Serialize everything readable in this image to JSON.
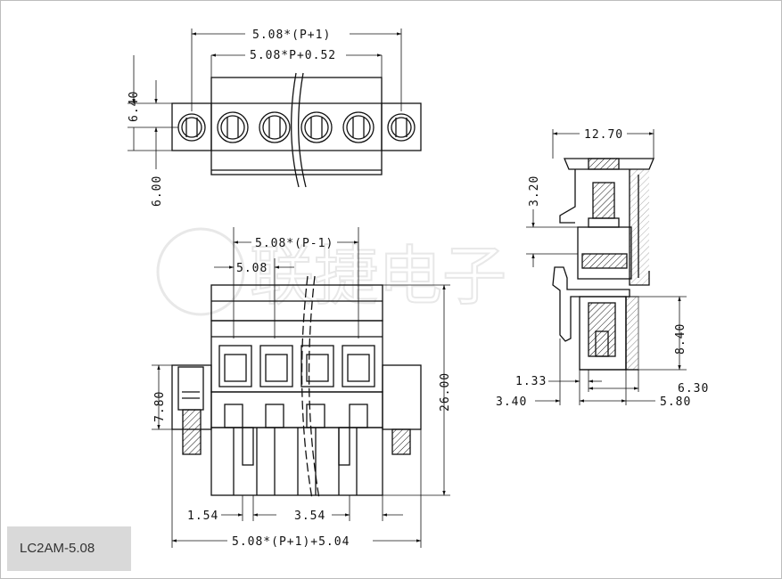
{
  "part_label": "LC2AM-5.08",
  "watermark": "联捷电子",
  "top_view": {
    "overall_width": "5.08*(P+1)",
    "body_width": "5.08*P+0.52",
    "height_upper": "6.40",
    "height_lower": "6.00"
  },
  "front_view": {
    "pitch_span": "5.08*(P-1)",
    "pitch": "5.08",
    "flange_height": "7.80",
    "total_height": "26.00",
    "pin_offset": "1.54",
    "pin_spacing": "3.54",
    "overall_width": "5.08*(P+1)+5.04"
  },
  "side_view": {
    "width": "12.70",
    "screw_offset": "3.20",
    "pin_height": "8.40",
    "dim_a": "1.33",
    "dim_b": "6.30",
    "dim_c": "3.40",
    "dim_d": "5.80"
  },
  "colors": {
    "line": "#111111",
    "body": "#ffffff",
    "label_bg": "#d9d9d9"
  }
}
